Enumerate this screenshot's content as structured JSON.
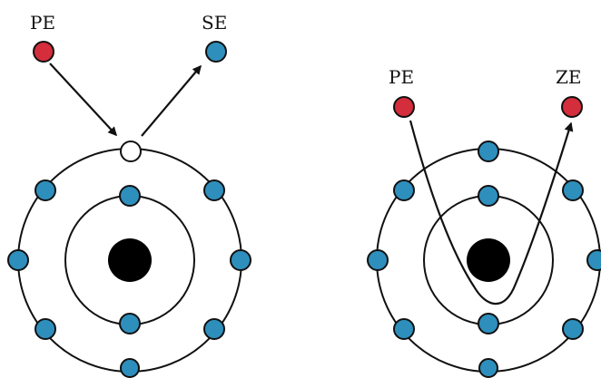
{
  "colors": {
    "primary_electron": "#d42d3b",
    "bound_electron": "#2e8fbd",
    "vacancy": "#ffffff",
    "line": "#111111",
    "nucleus": "#000000"
  },
  "left_panel": {
    "incident_label": "PE",
    "emitted_label": "SE"
  },
  "right_panel": {
    "incident_label": "PE",
    "emitted_label": "ZE"
  }
}
